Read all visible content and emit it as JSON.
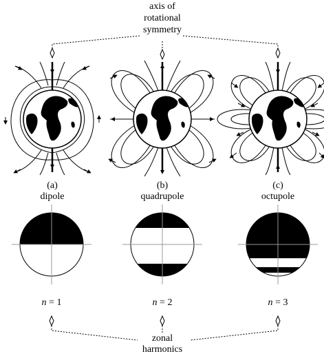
{
  "top_caption": {
    "line1": "axis of",
    "line2": "rotational",
    "line3": "symmetry"
  },
  "panels": [
    {
      "letter": "(a)",
      "name": "dipole",
      "n_var": "n",
      "n_rest": " = 1"
    },
    {
      "letter": "(b)",
      "name": "quadrupole",
      "n_var": "n",
      "n_rest": " = 2"
    },
    {
      "letter": "(c)",
      "name": "octupole",
      "n_var": "n",
      "n_rest": " = 3"
    }
  ],
  "bottom_caption": {
    "line1": "zonal",
    "line2": "harmonics"
  },
  "colors": {
    "ink": "#000000",
    "land_fill": "#000000",
    "ocean_fill": "#ffffff",
    "axis_gray": "#999999"
  }
}
